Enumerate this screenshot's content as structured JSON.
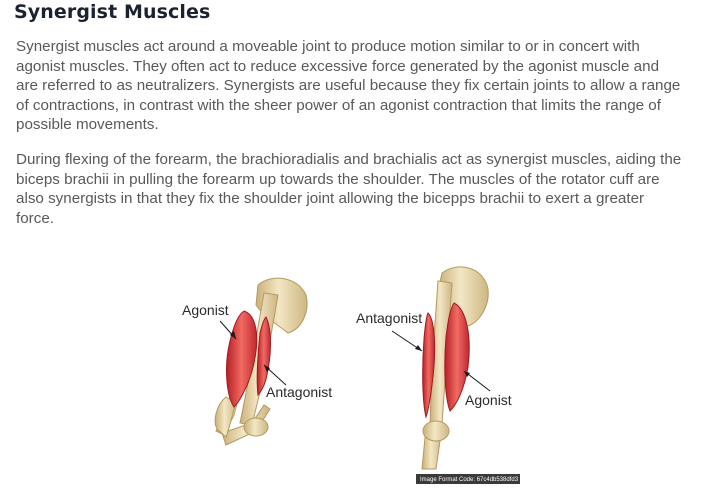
{
  "heading": "Synergist Muscles",
  "paragraphs": [
    "Synergist muscles act around a moveable joint to produce motion similar to or in concert with agonist muscles. They often act to reduce excessive force generated by the agonist muscle and are referred to as neutralizers. Synergists are useful because they fix certain joints to allow a range of contractions, in contrast with the sheer power of an agonist contraction that limits the range of possible movements.",
    "During flexing of the forearm, the brachioradialis and brachialis act as synergist muscles, aiding the biceps brachii in pulling the forearm up towards the shoulder. The muscles of the rotator cuff are also synergists in that they fix the shoulder joint allowing the bicepps brachii to exert a greater force."
  ],
  "figure": {
    "left_arm": {
      "label_top": "Agonist",
      "label_bottom": "Antagonist"
    },
    "right_arm": {
      "label_top": "Antagonist",
      "label_bottom": "Agonist"
    },
    "image_code": "Image Format Code: 67c4db538dfd3"
  },
  "colors": {
    "heading": "#1a2230",
    "body_text": "#595959",
    "bone": "#ecdcb2",
    "muscle": "#d9363a"
  }
}
